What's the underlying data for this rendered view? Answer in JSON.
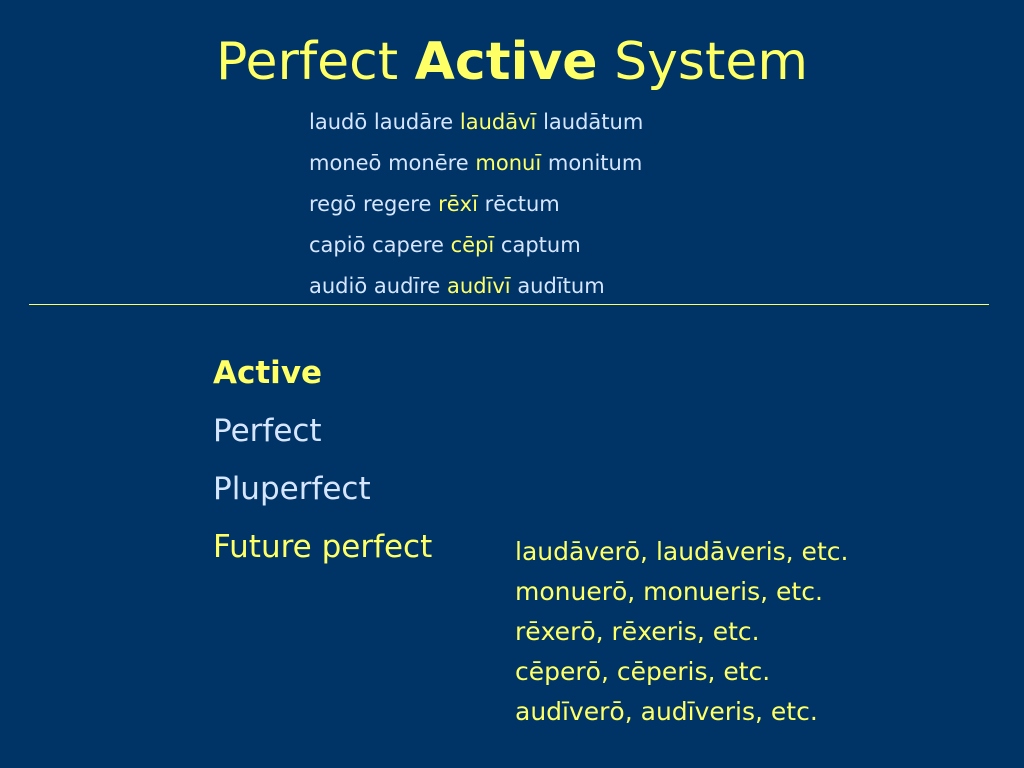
{
  "title": {
    "part1": "Perfect",
    "part2": "Active",
    "part3": "System"
  },
  "principal_parts": [
    {
      "w1": "laudō",
      "w2": "laudāre",
      "w3": "laudāvī",
      "w4": "laudātum"
    },
    {
      "w1": "moneō",
      "w2": "monēre",
      "w3": "monuī",
      "w4": "monitum"
    },
    {
      "w1": "regō",
      "w2": "regere",
      "w3": "rēxī",
      "w4": "rēctum"
    },
    {
      "w1": "capiō",
      "w2": "capere",
      "w3": "cēpī",
      "w4": "captum"
    },
    {
      "w1": "audiō",
      "w2": "audīre",
      "w3": "audīvī",
      "w4": "audītum"
    }
  ],
  "tenses": {
    "heading": "Active",
    "items": [
      "Perfect",
      "Pluperfect",
      "Future perfect"
    ]
  },
  "future_perfect_examples": [
    "laudāverō, laudāveris, etc.",
    "monuerō, monueris, etc.",
    "rēxerō, rēxeris, etc.",
    "cēperō, cēperis, etc.",
    "audīverō, audīveris, etc."
  ],
  "colors": {
    "background": "#003366",
    "highlight": "#ffff66",
    "text": "#d6e6ff"
  }
}
